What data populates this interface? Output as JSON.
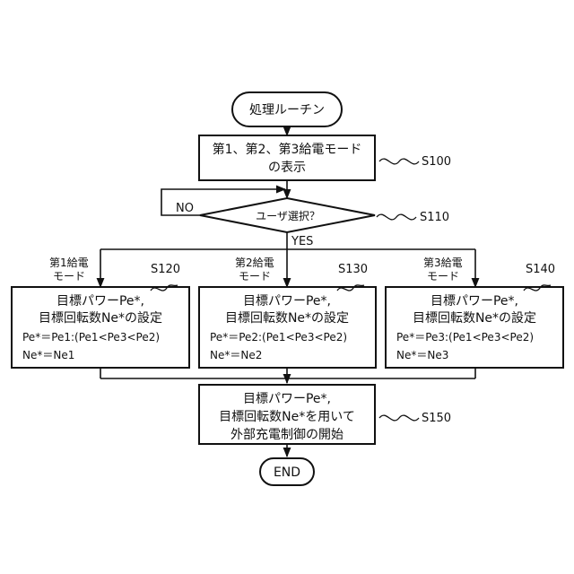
{
  "diagram": {
    "start": {
      "label": "処理ルーチン"
    },
    "s100": {
      "lines": [
        "第1、第2、第3給電モード",
        "の表示"
      ],
      "step": "S100"
    },
    "s110": {
      "label": "ユーザ選択？",
      "step": "S110",
      "no": "NO",
      "yes": "YES"
    },
    "branches": [
      {
        "mode": [
          "第1給電",
          "モード"
        ],
        "step": "S120",
        "lines": [
          "目標パワーPe*,",
          "目標回転数Ne*の設定",
          "Pe*＝Pe1:(Pe1<Pe3<Pe2)",
          "Ne*＝Ne1"
        ]
      },
      {
        "mode": [
          "第2給電",
          "モード"
        ],
        "step": "S130",
        "lines": [
          "目標パワーPe*,",
          "目標回転数Ne*の設定",
          "Pe*＝Pe2:(Pe1<Pe3<Pe2)",
          "Ne*＝Ne2"
        ]
      },
      {
        "mode": [
          "第3給電",
          "モード"
        ],
        "step": "S140",
        "lines": [
          "目標パワーPe*,",
          "目標回転数Ne*の設定",
          "Pe*＝Pe3:(Pe1<Pe3<Pe2)",
          "Ne*＝Ne3"
        ]
      }
    ],
    "s150": {
      "lines": [
        "目標パワーPe*,",
        "目標回転数Ne*を用いて",
        "外部充電制御の開始"
      ],
      "step": "S150"
    },
    "end": {
      "label": "END"
    }
  }
}
